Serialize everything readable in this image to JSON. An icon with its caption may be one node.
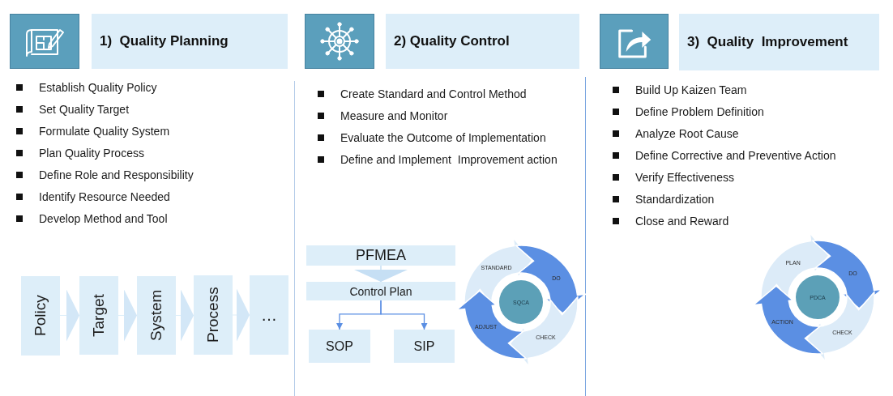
{
  "diagram": {
    "nodes": [
      {
        "text": [
          "1)  Quality Planning"
        ]
      },
      {
        "text": [
          "Policy"
        ]
      },
      {
        "text": [
          "Target"
        ]
      },
      {
        "text": [
          "System"
        ]
      },
      {
        "text": [
          "Process"
        ]
      },
      {
        "text": [
          "…"
        ]
      },
      {
        "text": [
          "2) Quality Control"
        ]
      },
      {
        "text": [
          "PFMEA"
        ]
      },
      {
        "text": [
          "Control Plan"
        ]
      },
      {
        "text": [
          "SOP"
        ]
      },
      {
        "text": [
          "SIP"
        ]
      },
      {
        "text": [
          "SQCA"
        ]
      },
      {
        "text": [
          "STANDARD"
        ]
      },
      {
        "text": [
          "DO"
        ]
      },
      {
        "text": [
          "CHECK"
        ]
      },
      {
        "text": [
          "ADJUST"
        ]
      },
      {
        "text": [
          "3)  Quality  Improvement"
        ]
      },
      {
        "text": [
          "PDCA"
        ]
      },
      {
        "text": [
          "PLAN"
        ]
      },
      {
        "text": [
          "DO"
        ]
      },
      {
        "text": [
          "CHECK"
        ]
      },
      {
        "text": [
          "ACTION"
        ]
      }
    ],
    "edges": [
      {
        "from": 1,
        "to": 2,
        "arrow": "to"
      },
      {
        "from": 2,
        "to": 3,
        "arrow": "to"
      },
      {
        "from": 3,
        "to": 4,
        "arrow": "to"
      },
      {
        "from": 4,
        "to": 5,
        "arrow": "to"
      },
      {
        "from": 7,
        "to": 8,
        "arrow": "to"
      },
      {
        "from": 8,
        "to": 9,
        "arrow": "to",
        "color": "#5b8fe3"
      },
      {
        "from": 8,
        "to": 10,
        "arrow": "to",
        "color": "#5b8fe3"
      }
    ],
    "labels": [
      "Establish Quality Policy",
      "Set Quality Target",
      "Formulate Quality System",
      "Plan Quality Process",
      "Define Role and Responsibility",
      "Identify Resource Needed",
      "Develop Method and Tool",
      "Create Standard and Control Method",
      "Measure and Monitor",
      "Evaluate the Outcome of Implementation",
      "Define and Implement  Improvement action",
      "Build Up Kaizen Team",
      "Define Problem Definition",
      "Analyze Root Cause",
      "Define Corrective and Preventive Action",
      "Verify Effectiveness",
      "Standardization",
      "Close and Reward"
    ]
  }
}
